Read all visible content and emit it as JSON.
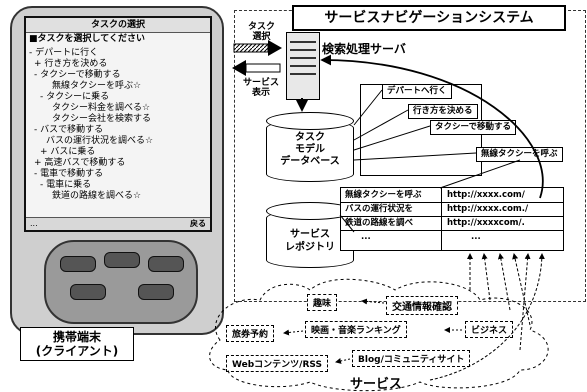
{
  "system_title": "サービスナビゲーションシステム",
  "server_label": "検索処理サーバ",
  "arrow_task_select": [
    "タスク",
    "選択"
  ],
  "arrow_service_display": [
    "サービス",
    "表示"
  ],
  "task_db_label": [
    "タスク",
    "モデル",
    "データベース"
  ],
  "service_repo_label": [
    "サービス",
    "レポジトリ"
  ],
  "client_caption": [
    "携帯端末",
    "(クライアント)"
  ],
  "services_caption": "サービス",
  "phone_screen": {
    "title": "タスクの選択",
    "prompt": "■タスクを選択してください",
    "lines": [
      "- デパートに行く",
      "+ 行き方を決める",
      "- タクシーで移動する",
      "無線タクシーを呼ぶ☆",
      "- タクシーに乗る",
      "タクシー料金を調べる☆",
      "タクシー会社を検索する",
      "- バスで移動する",
      "バスの運行状況を調べる☆",
      "+ バスに乗る",
      "+ 高速バスで移動する",
      "- 電車で移動する",
      "- 電車に乗る",
      "鉄道の路線を調べる☆"
    ],
    "status_left": "...",
    "status_right": "戻る"
  },
  "task_tree": [
    "デパートへ行く",
    "行き方を決める",
    "タクシーで移動する",
    "無線タクシーを呼ぶ"
  ],
  "repository_table": {
    "rows": [
      [
        "無線タクシーを呼ぶ",
        "http://xxxx.com/"
      ],
      [
        "バスの運行状況を",
        "http://xxxx.com./"
      ],
      [
        "鉄道の路線を調べ",
        "http://xxxxcom/."
      ],
      [
        "...",
        "..."
      ]
    ]
  },
  "services": [
    "趣味",
    "交通情報確認",
    "旅券予約",
    "映画・音楽ランキング",
    "ビジネス",
    "Webコンテンツ/RSS",
    "Blog/コミュニティサイト"
  ]
}
